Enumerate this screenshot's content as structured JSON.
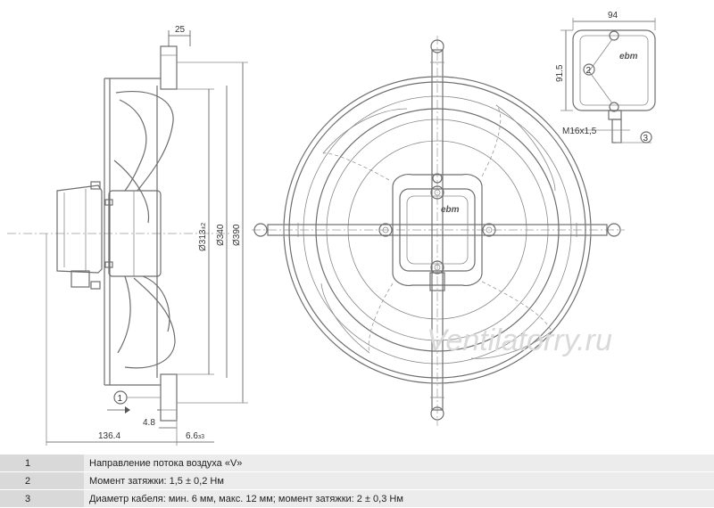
{
  "dimensions": {
    "flange_offset": "25",
    "box_width": "94",
    "box_height": "91.5",
    "cable_gland": "M16x1,5",
    "dia_inner_main": "Ø313",
    "dia_inner_tol": "±2",
    "dia_mid": "Ø340",
    "dia_outer": "Ø390",
    "depth_total": "136.4",
    "offset_small": "4.8",
    "hole_main": "6.6",
    "hole_tol": "з3"
  },
  "callouts": {
    "c1": "1",
    "c2": "2",
    "c3": "3"
  },
  "logo": "ebm",
  "watermark": "Ventilatorry.ru",
  "notes": [
    {
      "num": "1",
      "text": "Направление потока воздуха «V»"
    },
    {
      "num": "2",
      "text": "Момент затяжки: 1,5 ± 0,2 Нм"
    },
    {
      "num": "3",
      "text": "Диаметр кабеля: мин. 6 мм, макс. 12 мм; момент затяжки: 2 ± 0,3 Нм"
    }
  ]
}
